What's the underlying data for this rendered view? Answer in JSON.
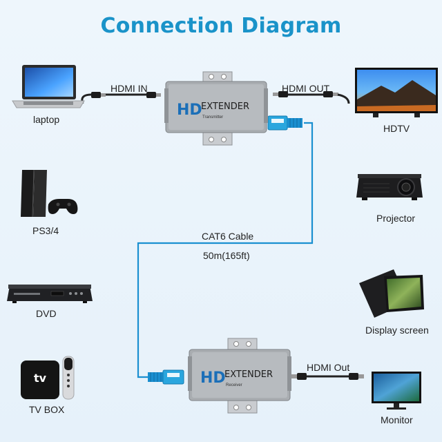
{
  "title": "Connection Diagram",
  "sources": {
    "laptop": "laptop",
    "ps": "PS3/4",
    "dvd": "DVD",
    "tvbox": "TV BOX",
    "tvbox_logo": "tv"
  },
  "displays": {
    "hdtv": "HDTV",
    "projector": "Projector",
    "display_screen": "Display screen",
    "monitor": "Monitor"
  },
  "cables": {
    "hdmi_in": "HDMI IN",
    "hdmi_out_tx": "HDMI OUT",
    "hdmi_out_rx": "HDMI Out",
    "cat6": "CAT6 Cable",
    "length": "50m(165ft)"
  },
  "transmitter": {
    "brand": "HD",
    "name": "EXTENDER",
    "sub": "Transmitter"
  },
  "receiver": {
    "brand": "HD",
    "name": "EXTENDER",
    "sub": "Receiver"
  },
  "colors": {
    "title": "#1a93c9",
    "cable": "#1a8fd0",
    "box": "#a9adb1"
  }
}
